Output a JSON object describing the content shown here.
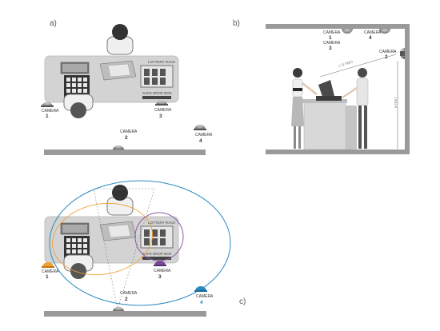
{
  "panels": {
    "a": {
      "label": "a)",
      "lottery_rack": "LOTTERY RACK",
      "safe_drop_box": "SAFE DROP BOX",
      "cameras": [
        {
          "word": "CAMERA",
          "num": "1"
        },
        {
          "word": "CAMERA",
          "num": "2"
        },
        {
          "word": "CAMERA",
          "num": "3"
        },
        {
          "word": "CAMERA",
          "num": "4"
        }
      ]
    },
    "b": {
      "label": "b)",
      "cameras": [
        {
          "word": "CAMERA",
          "num": "1"
        },
        {
          "word": "CAMERA",
          "num": "3"
        },
        {
          "word": "CAMERA",
          "num": "4"
        },
        {
          "word": "CAMERA",
          "num": "2"
        }
      ],
      "diag_dimension": "≤ 11 FEET",
      "height_dimension": "8 FEET"
    },
    "c": {
      "label": "c)",
      "lottery_rack": "LOTTERY RACK",
      "safe_drop_box": "SAFE DROP BOX",
      "cameras": [
        {
          "word": "CAMERA",
          "num": "1",
          "color": "#f0a030"
        },
        {
          "word": "CAMERA",
          "num": "2",
          "color": "#5a5a5a"
        },
        {
          "word": "CAMERA",
          "num": "3",
          "color": "#7a4a9a"
        },
        {
          "word": "CAMERA",
          "num": "4",
          "color": "#2a8ac0"
        }
      ]
    }
  },
  "colors": {
    "counter": "#d3d3d3",
    "wall": "#9a9a9a",
    "camera_gray": "#6a6a6a",
    "coverage_cam1": "#f0a030",
    "coverage_cam3": "#8a5aaa",
    "coverage_cam4": "#2a8ac0"
  }
}
